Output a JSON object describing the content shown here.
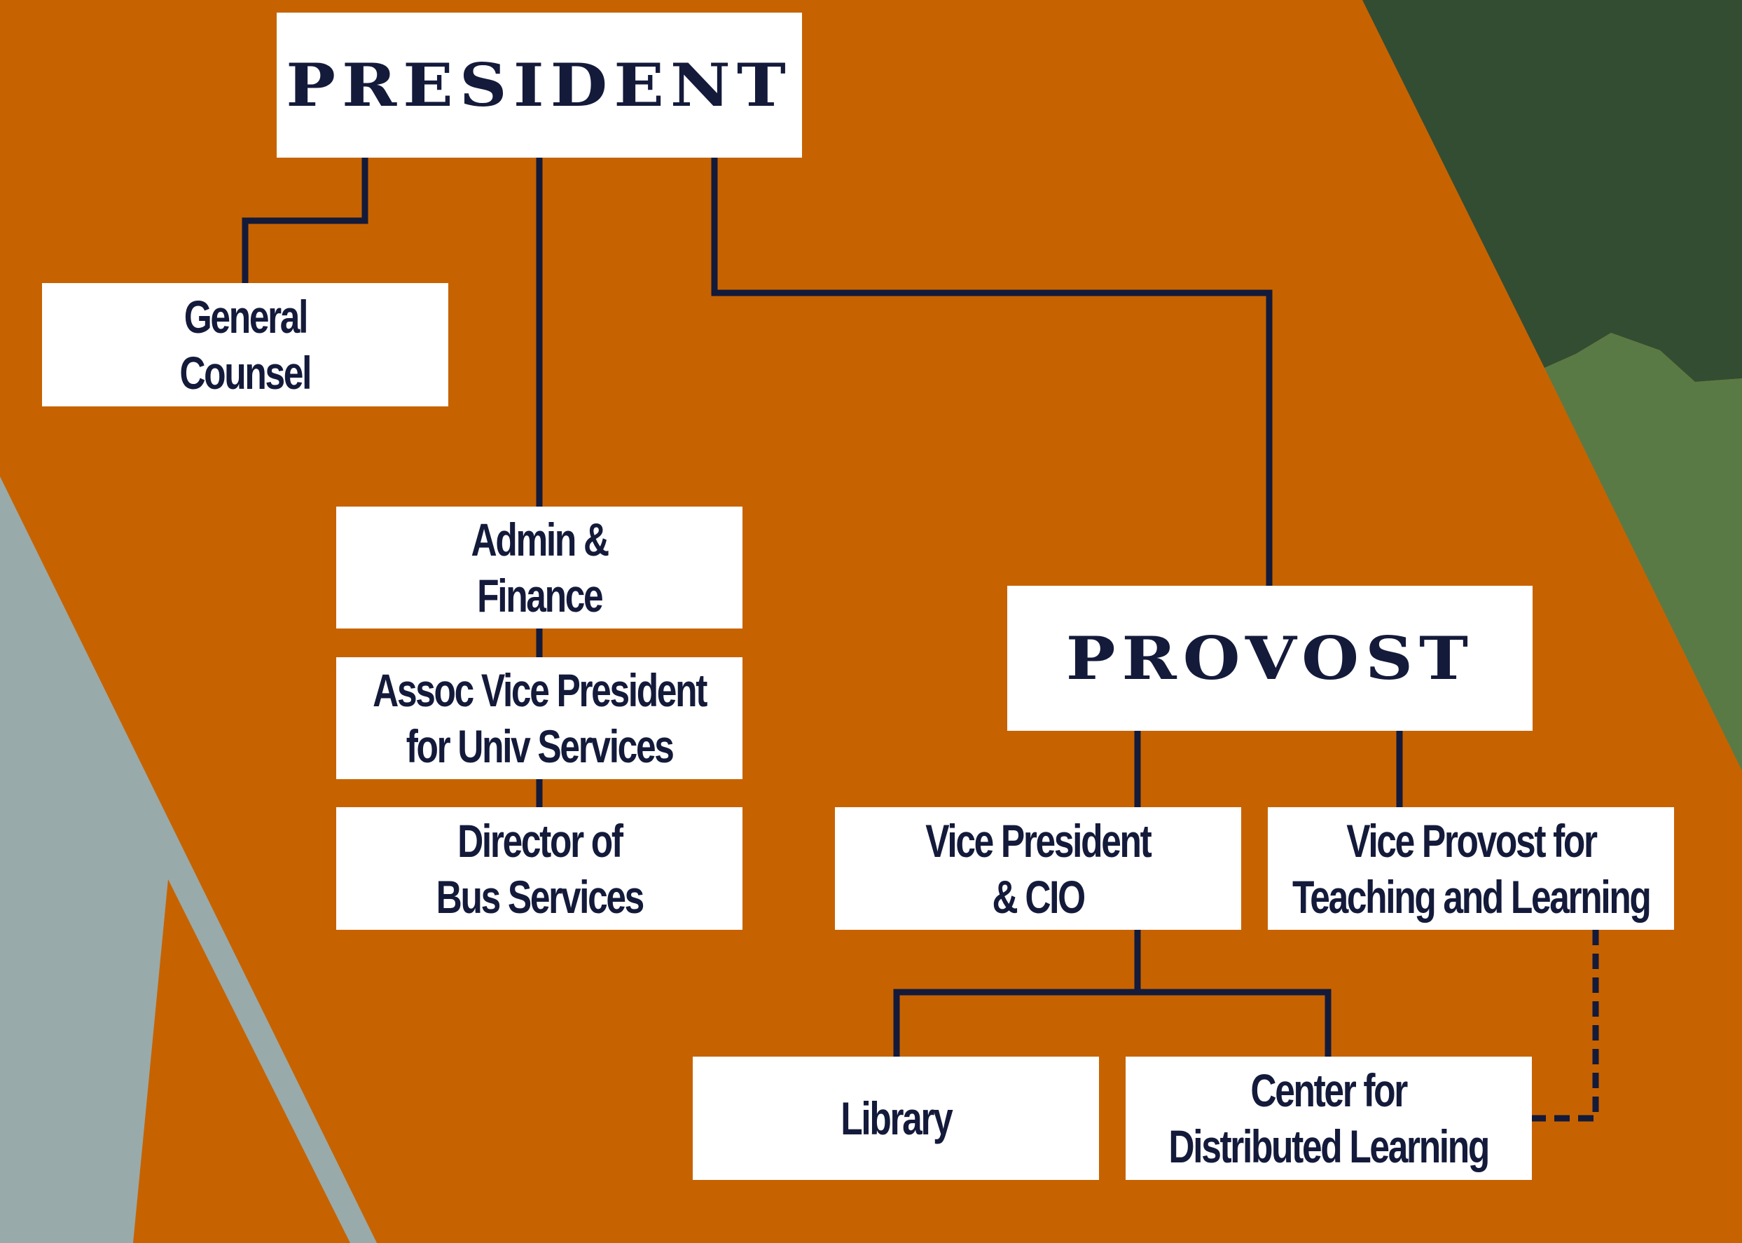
{
  "colors": {
    "background": "#c66300",
    "box": "#ffffff",
    "text": "#141a3a",
    "connector": "#141a3a",
    "grey_shape": "#99aaaa",
    "dark_green": "#334d33",
    "light_green": "#5a7a45"
  },
  "nodes": {
    "president": {
      "lines": [
        "PRESIDENT"
      ]
    },
    "general_counsel": {
      "lines": [
        "General",
        "Counsel"
      ]
    },
    "admin_finance": {
      "lines": [
        "Admin &",
        "Finance"
      ]
    },
    "assoc_vp": {
      "lines": [
        "Assoc Vice President",
        "for Univ Services"
      ]
    },
    "director_bus": {
      "lines": [
        "Director of",
        "Bus Services"
      ]
    },
    "provost": {
      "lines": [
        "PROVOST"
      ]
    },
    "vp_cio": {
      "lines": [
        "Vice President",
        "& CIO"
      ]
    },
    "vice_provost": {
      "lines": [
        "Vice Provost for",
        "Teaching and Learning"
      ]
    },
    "library": {
      "lines": [
        "Library"
      ]
    },
    "center_dl": {
      "lines": [
        "Center for",
        "Distributed Learning"
      ]
    }
  },
  "relations": [
    {
      "from": "President",
      "to": "General Counsel",
      "style": "solid"
    },
    {
      "from": "President",
      "to": "Admin & Finance",
      "style": "solid"
    },
    {
      "from": "Admin & Finance",
      "to": "Assoc Vice President for Univ Services",
      "style": "solid"
    },
    {
      "from": "Assoc Vice President for Univ Services",
      "to": "Director of Bus Services",
      "style": "solid"
    },
    {
      "from": "President",
      "to": "Provost",
      "style": "solid"
    },
    {
      "from": "Provost",
      "to": "Vice President & CIO",
      "style": "solid"
    },
    {
      "from": "Provost",
      "to": "Vice Provost for Teaching and Learning",
      "style": "solid"
    },
    {
      "from": "Vice President & CIO",
      "to": "Library",
      "style": "solid"
    },
    {
      "from": "Vice President & CIO",
      "to": "Center for Distributed Learning",
      "style": "solid"
    },
    {
      "from": "Vice Provost for Teaching and Learning",
      "to": "Center for Distributed Learning",
      "style": "dashed"
    }
  ]
}
